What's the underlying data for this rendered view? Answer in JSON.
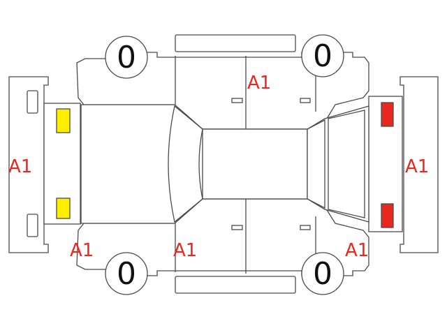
{
  "colors": {
    "outline": "#4a4a4a",
    "damage_mark": "#e8281e",
    "front_lamp": "#ffee00",
    "rear_lamp": "#e8281e"
  },
  "wheels": {
    "front_left": "0",
    "rear_left": "0",
    "front_right": "0",
    "rear_right": "0"
  },
  "marks": {
    "upper_door": "A1",
    "front_bumper": "A1",
    "rear_bumper": "A1",
    "front_lower_fender": "A1",
    "lower_door": "A1",
    "rear_lower_quarter": "A1"
  }
}
